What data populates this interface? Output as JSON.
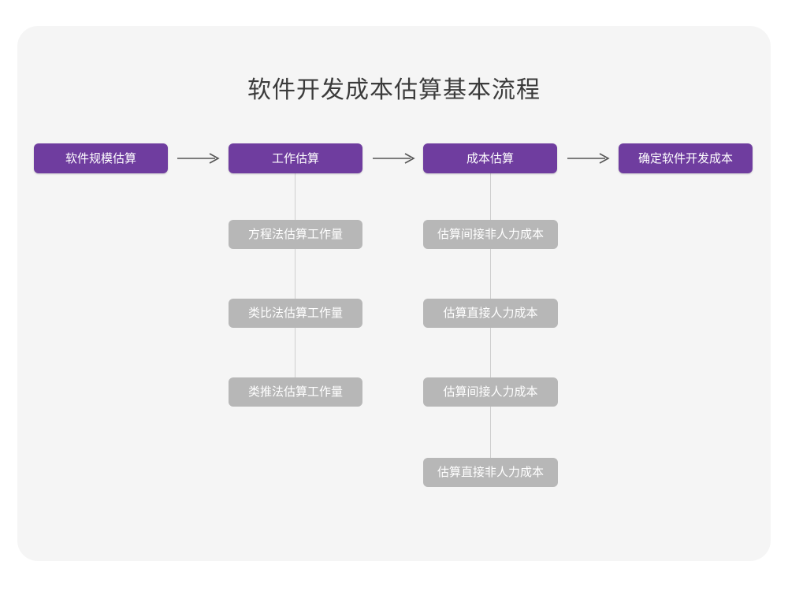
{
  "diagram": {
    "title": "软件开发成本估算基本流程",
    "colors": {
      "page_background": "#ffffff",
      "card_background": "#f5f5f5",
      "primary_box": "#6f3d9f",
      "secondary_box": "#b7b7b7",
      "title_text": "#3b3b3b",
      "box_text": "#ffffff",
      "connector_line": "#cfcfcf",
      "arrow": "#555555"
    },
    "main_steps": [
      {
        "label": "软件规模估算"
      },
      {
        "label": "工作估算"
      },
      {
        "label": "成本估算"
      },
      {
        "label": "确定软件开发成本"
      }
    ],
    "arrows": [
      {
        "name": "arrow-step1-to-step2",
        "glyph": "→"
      },
      {
        "name": "arrow-step2-to-step3",
        "glyph": "→"
      },
      {
        "name": "arrow-step3-to-step4",
        "glyph": "→"
      }
    ],
    "sub_steps_work_estimation": [
      {
        "label": "方程法估算工作量"
      },
      {
        "label": "类比法估算工作量"
      },
      {
        "label": "类推法估算工作量"
      }
    ],
    "sub_steps_cost_estimation": [
      {
        "label": "估算间接非人力成本"
      },
      {
        "label": "估算直接人力成本"
      },
      {
        "label": "估算间接人力成本"
      },
      {
        "label": "估算直接非人力成本"
      }
    ]
  }
}
